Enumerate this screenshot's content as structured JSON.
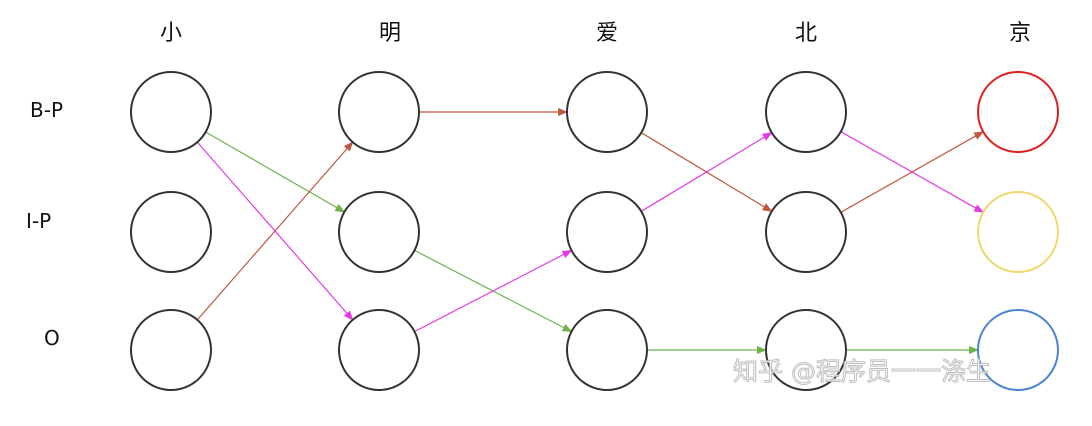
{
  "columns": [
    "小",
    "明",
    "爱",
    "北",
    "京"
  ],
  "rows": [
    "B-P",
    "I-P",
    "O"
  ],
  "colors": {
    "node_default": "#333333",
    "node_final_bp": "#e02020",
    "node_final_ip": "#f2d66b",
    "node_final_o": "#4a84d4",
    "edge_red": "#c0573e",
    "edge_green": "#6fb24a",
    "edge_magenta": "#e23be6"
  },
  "edges": [
    {
      "from": [
        0,
        0
      ],
      "to": [
        1,
        1
      ],
      "color": "green"
    },
    {
      "from": [
        0,
        0
      ],
      "to": [
        1,
        2
      ],
      "color": "magenta"
    },
    {
      "from": [
        0,
        2
      ],
      "to": [
        1,
        0
      ],
      "color": "red"
    },
    {
      "from": [
        1,
        0
      ],
      "to": [
        2,
        0
      ],
      "color": "red"
    },
    {
      "from": [
        1,
        1
      ],
      "to": [
        2,
        2
      ],
      "color": "green"
    },
    {
      "from": [
        1,
        2
      ],
      "to": [
        2,
        1
      ],
      "color": "magenta"
    },
    {
      "from": [
        2,
        0
      ],
      "to": [
        3,
        1
      ],
      "color": "red"
    },
    {
      "from": [
        2,
        1
      ],
      "to": [
        3,
        0
      ],
      "color": "magenta"
    },
    {
      "from": [
        2,
        2
      ],
      "to": [
        3,
        2
      ],
      "color": "green"
    },
    {
      "from": [
        3,
        0
      ],
      "to": [
        4,
        1
      ],
      "color": "magenta"
    },
    {
      "from": [
        3,
        1
      ],
      "to": [
        4,
        0
      ],
      "color": "red"
    },
    {
      "from": [
        3,
        2
      ],
      "to": [
        4,
        2
      ],
      "color": "green"
    }
  ],
  "watermark": "知乎 @程序员一一涤生"
}
